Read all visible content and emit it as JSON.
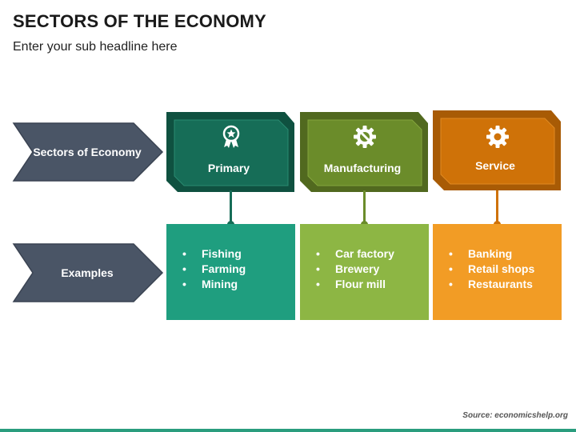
{
  "title": "SECTORS OF THE ECONOMY",
  "subtitle": "Enter your sub headline here",
  "row_labels": {
    "sectors": "Sectors of Economy",
    "examples": "Examples"
  },
  "sectors": [
    {
      "name": "Primary",
      "icon": "award-ribbon-icon",
      "header_color": "#166d57",
      "header_shadow": "#0f5140",
      "box_color": "#1f9e7f",
      "examples": [
        "Fishing",
        "Farming",
        "Mining"
      ]
    },
    {
      "name": "Manufacturing",
      "icon": "gear-wrench-icon",
      "header_color": "#6b8c2a",
      "header_shadow": "#51691f",
      "box_color": "#8db644",
      "examples": [
        "Car factory",
        "Brewery",
        "Flour mill"
      ]
    },
    {
      "name": "Service",
      "icon": "gear-icon",
      "header_color": "#cf7208",
      "header_shadow": "#a85b05",
      "box_color": "#f29c25",
      "examples": [
        "Banking",
        "Retail shops",
        "Restaurants"
      ]
    }
  ],
  "arrow_color": "#4a5566",
  "source": "Source: economicshelp.org"
}
